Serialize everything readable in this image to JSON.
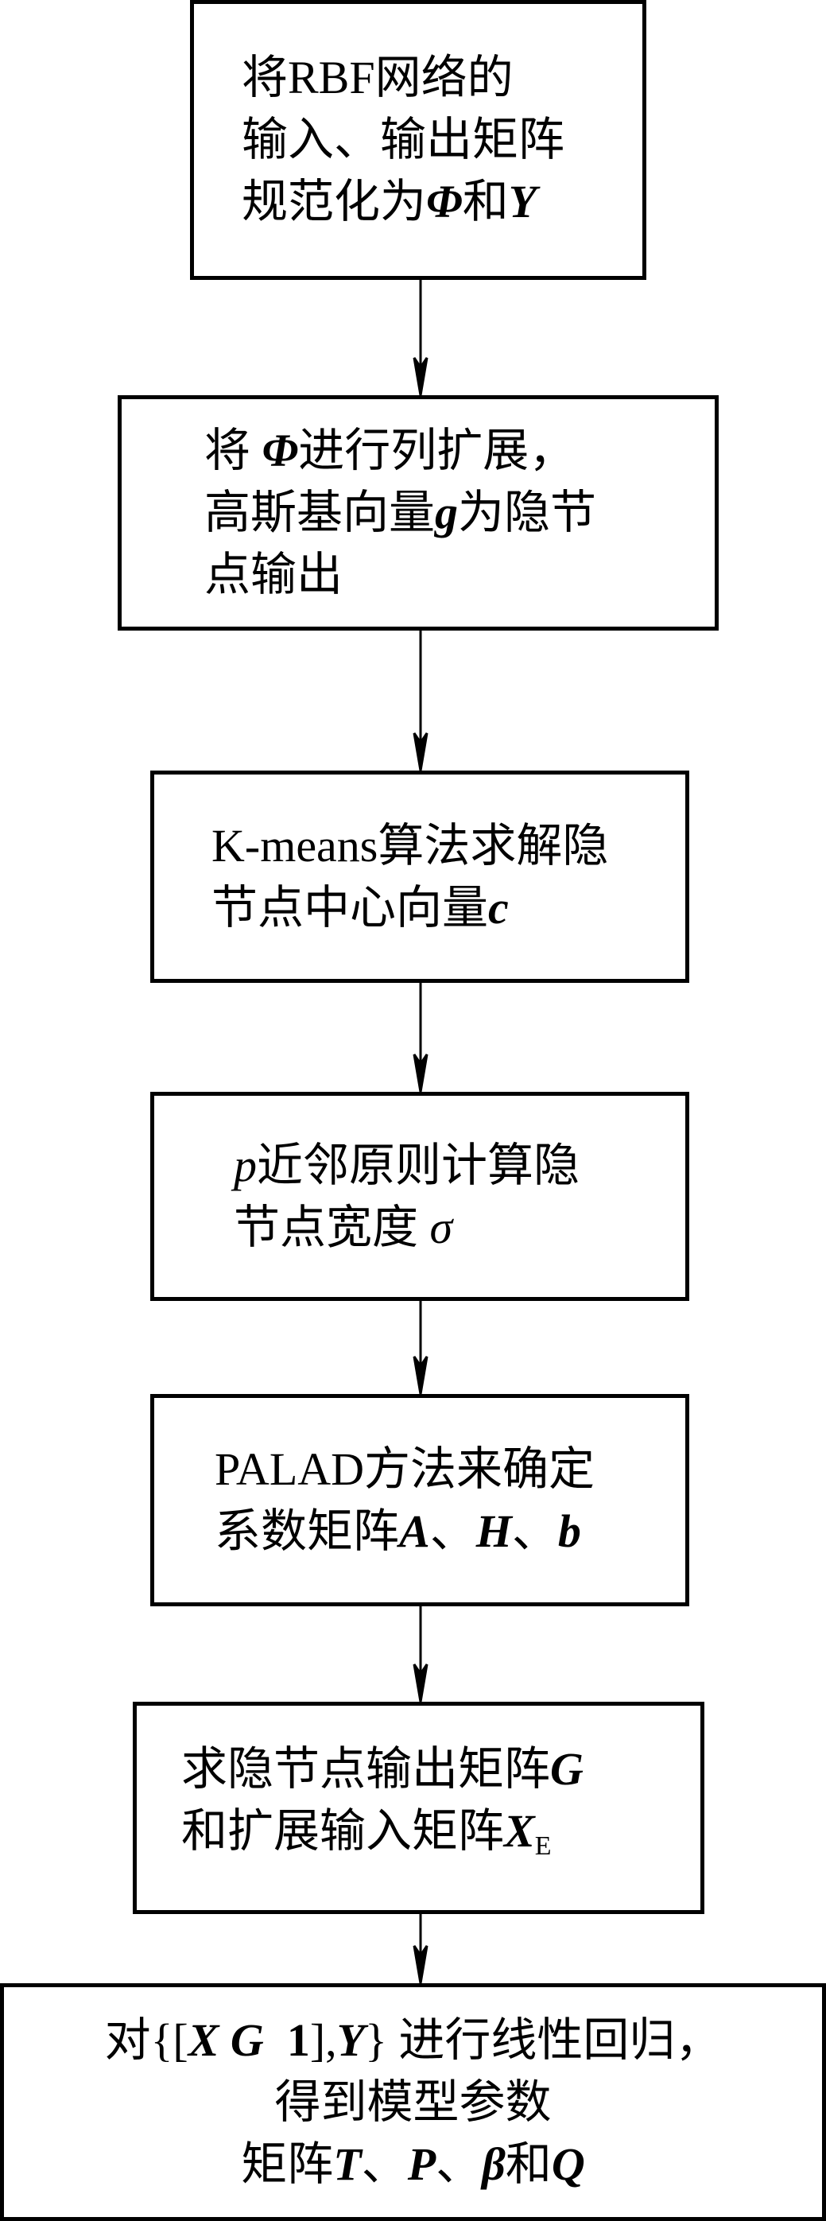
{
  "flowchart": {
    "steps": [
      {
        "lines": [
          "将RBF网络的",
          "输入、输出矩阵",
          "规范化为Φ和Y"
        ]
      },
      {
        "lines": [
          "将 Φ 进行列扩展，",
          "高斯基向量g为隐节",
          "点输出"
        ]
      },
      {
        "lines": [
          "K-means算法求解隐",
          "节点中心向量c"
        ]
      },
      {
        "lines": [
          "p近邻原则计算隐",
          "节点宽度 σ"
        ]
      },
      {
        "lines": [
          "PALAD方法来确定",
          "系数矩阵A、H、b"
        ]
      },
      {
        "lines": [
          "求隐节点输出矩阵G",
          "和扩展输入矩阵X_E"
        ]
      },
      {
        "lines": [
          "对{[X G 1],Y} 进行线性回归，",
          "得到模型参数",
          "矩阵T、P、β和Q"
        ]
      }
    ],
    "parts": {
      "s1l1": "将RBF网络的",
      "s1l2": "输入、输出矩阵",
      "s1l3a": "规范化为",
      "s1l3phi": "Φ",
      "s1l3b": "和",
      "s1l3y": "Y",
      "s2l1a": "将 ",
      "s2l1phi": "Φ",
      "s2l1b": "进行列扩展，",
      "s2l2a": "高斯基向量",
      "s2l2g": "g",
      "s2l2b": "为隐节",
      "s2l3": "点输出",
      "s3l1": "K-means算法求解隐",
      "s3l2a": "节点中心向量",
      "s3l2c": "c",
      "s4l1p": "p",
      "s4l1": "近邻原则计算隐",
      "s4l2a": "节点宽度 ",
      "s4l2s": "σ",
      "s5l1": "PALAD方法来确定",
      "s5l2a": "系数矩阵",
      "s5l2A": "A",
      "s5l2s1": "、",
      "s5l2H": "H",
      "s5l2s2": "、",
      "s5l2b": "b",
      "s6l1a": "求隐节点输出矩阵",
      "s6l1G": "G",
      "s6l2a": "和扩展输入矩阵",
      "s6l2X": "X",
      "s6l2E": "E",
      "s7l1a": "对{[",
      "s7l1X": "X",
      "s7l1G": "G",
      "s7l1one": "1",
      "s7l1b": "],",
      "s7l1Y": "Y",
      "s7l1c": "} 进行线性回归，",
      "s7l2": "得到模型参数",
      "s7l3a": "矩阵",
      "s7l3T": "T",
      "s7l3s1": "、",
      "s7l3P": "P",
      "s7l3s2": "、",
      "s7l3beta": "β",
      "s7l3b": "和",
      "s7l3Q": "Q"
    }
  }
}
